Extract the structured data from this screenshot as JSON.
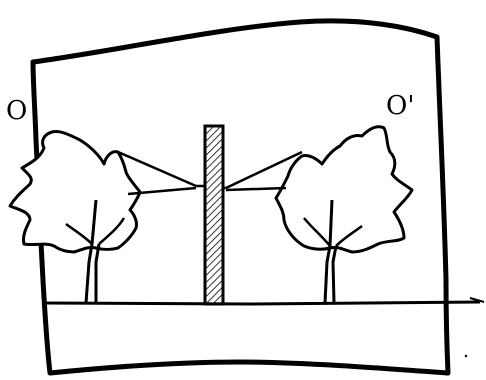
{
  "diagram": {
    "labels": {
      "left": "O",
      "right": "O'"
    },
    "colors": {
      "ink": "#000000",
      "paper": "#ffffff"
    },
    "elements": [
      "sketch-frame",
      "ground-line",
      "left-tree",
      "right-tree",
      "mirror-post",
      "left-sight-lines",
      "right-sight-lines"
    ]
  }
}
